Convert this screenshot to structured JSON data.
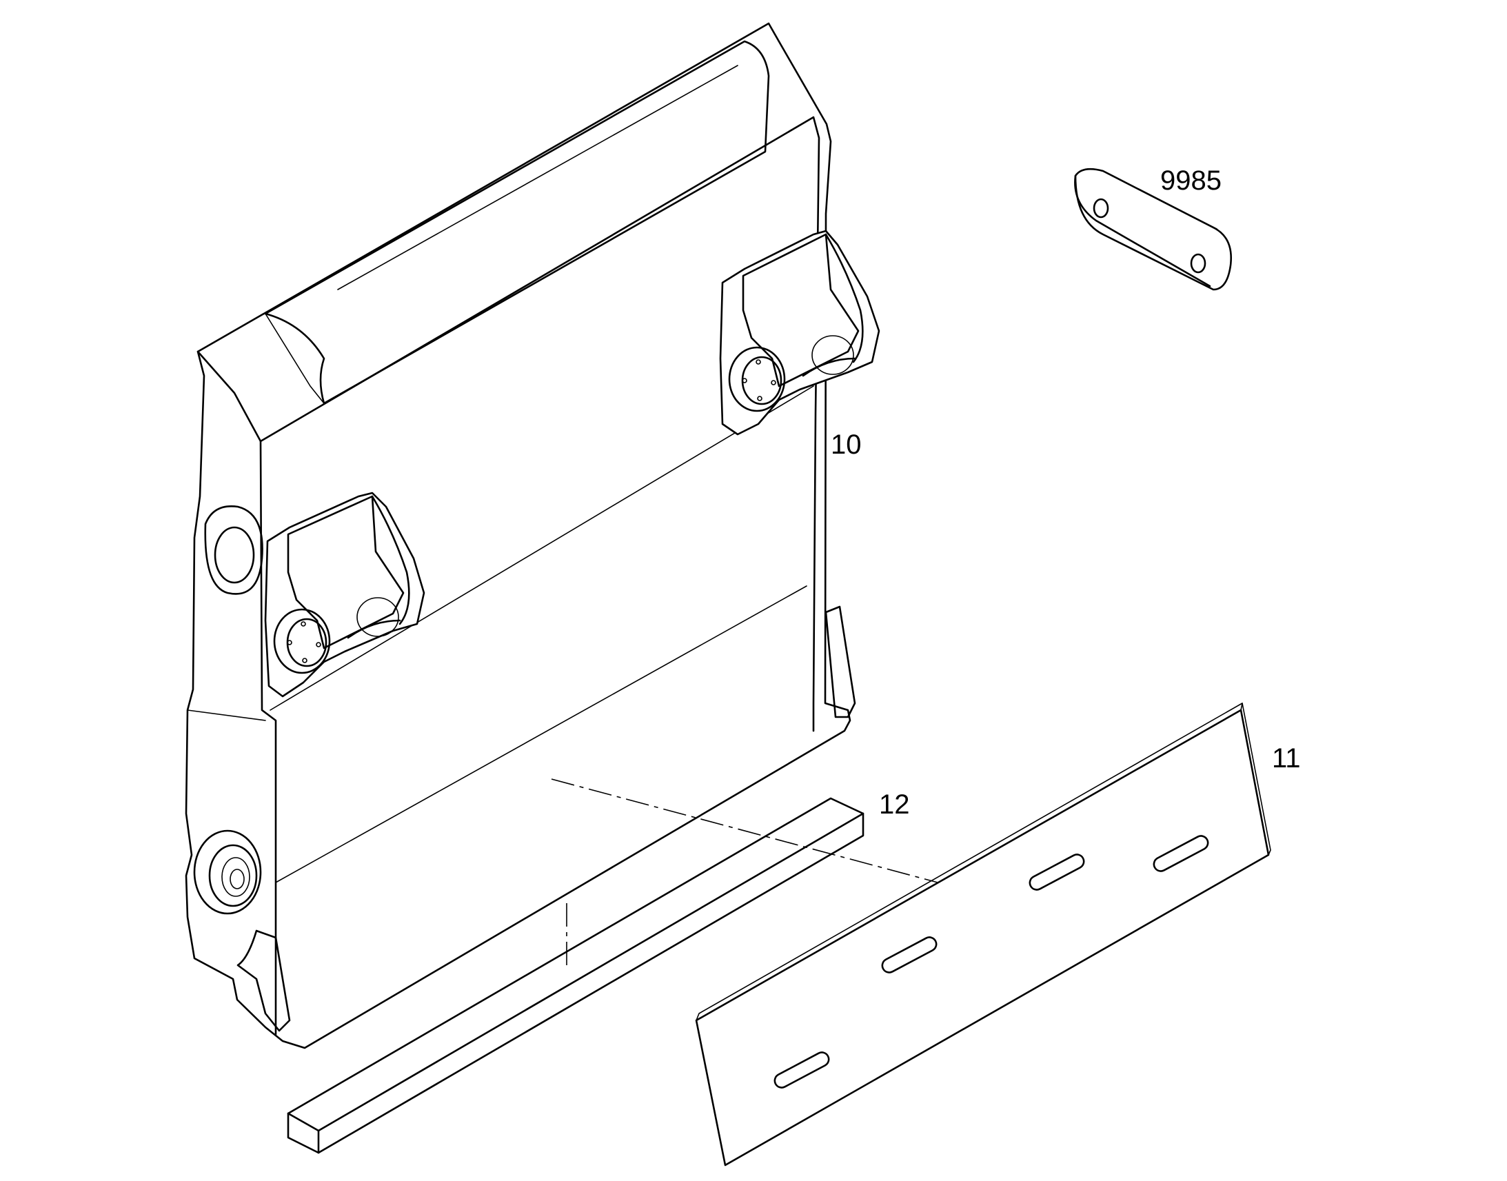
{
  "labels": {
    "part_9985": "9985",
    "part_10": "10",
    "part_11": "11",
    "part_12": "12"
  },
  "colors": {
    "line": "#000000",
    "background": "#ffffff"
  }
}
